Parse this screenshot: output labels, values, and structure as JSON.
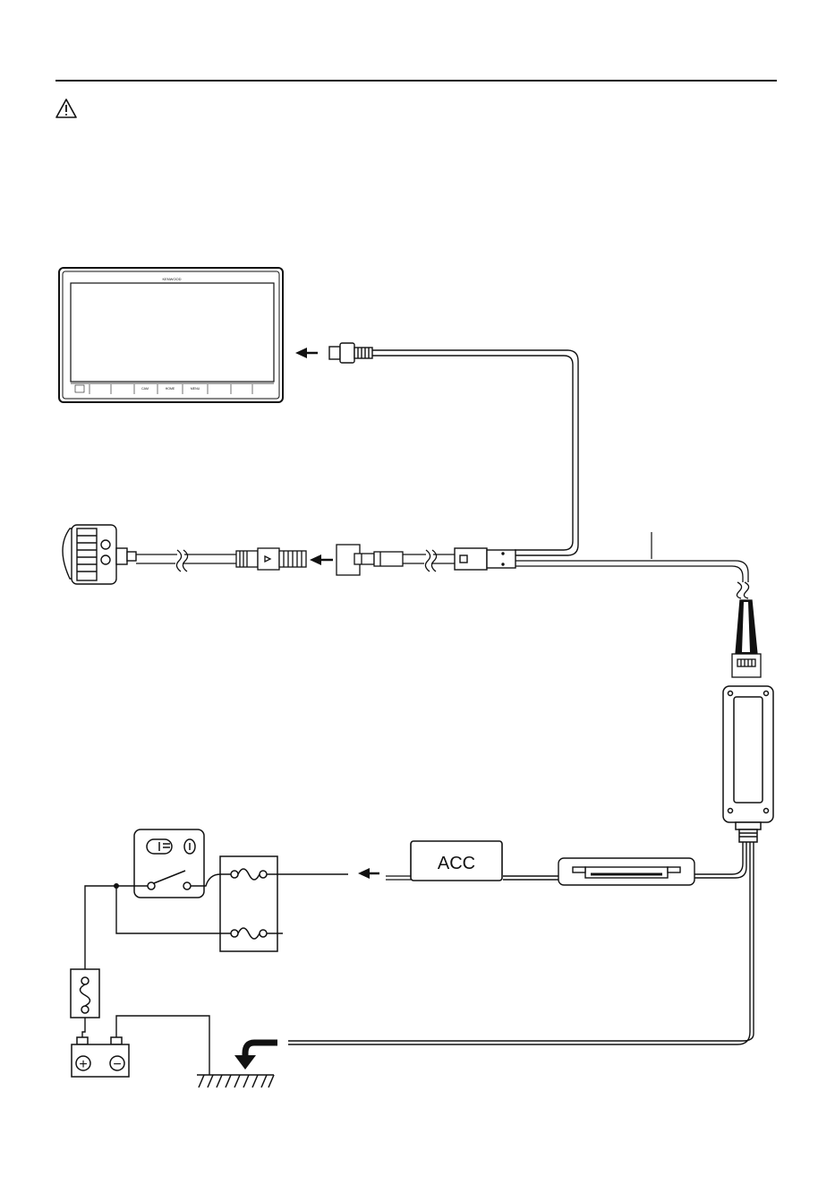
{
  "monitor": {
    "brand": "KENWOOD",
    "buttons": [
      "",
      "",
      "CAM",
      "HOME",
      "MENU",
      "",
      ""
    ]
  },
  "acc_box": {
    "label": "ACC"
  },
  "battery": {
    "positive": "+",
    "negative": "−"
  },
  "colors": {
    "line": "#1a1a1a",
    "background": "#ffffff"
  },
  "icons": [
    "warning-icon",
    "ignition-key-icon",
    "fuse-icon",
    "arrow-left-icon",
    "ground-icon",
    "battery-icon"
  ]
}
